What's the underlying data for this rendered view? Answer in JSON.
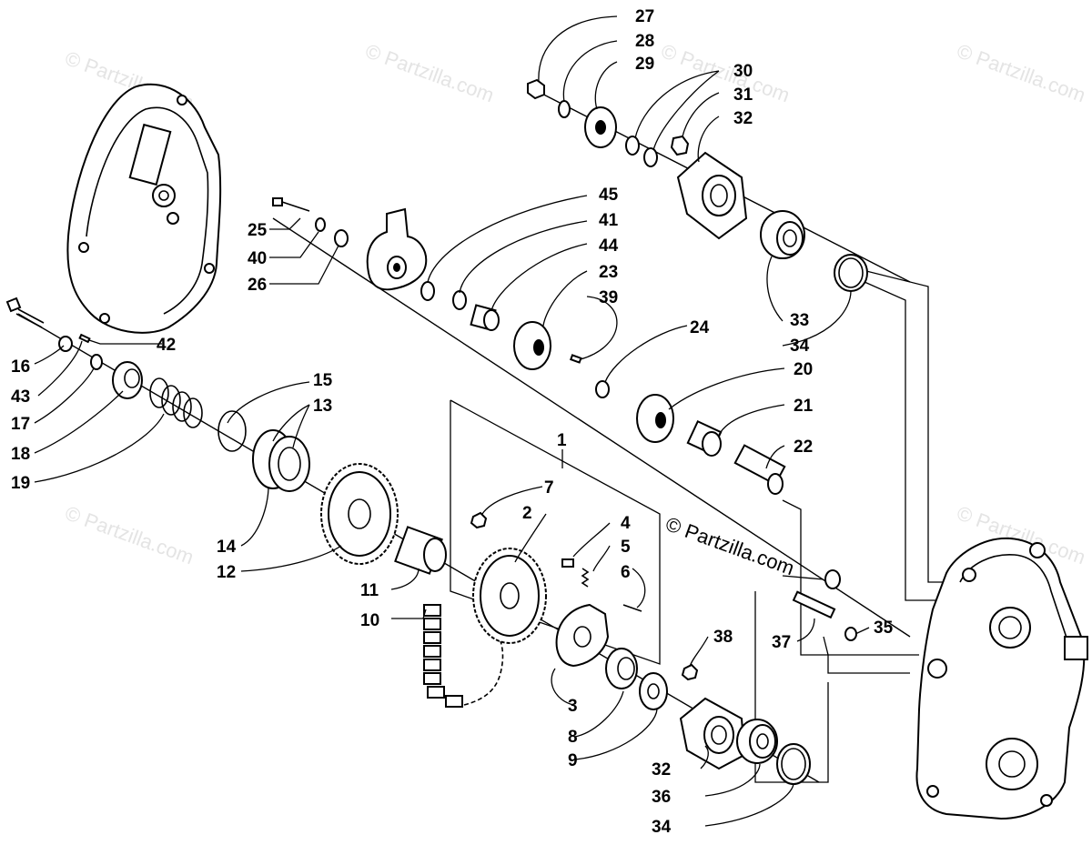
{
  "watermark": {
    "text": "© Partzilla.com",
    "center_text": "© Partzilla.com"
  },
  "callouts": [
    "1",
    "2",
    "3",
    "4",
    "5",
    "6",
    "7",
    "8",
    "9",
    "10",
    "11",
    "12",
    "13",
    "14",
    "15",
    "16",
    "17",
    "18",
    "19",
    "20",
    "21",
    "22",
    "23",
    "24",
    "25",
    "26",
    "27",
    "28",
    "29",
    "30",
    "31",
    "32",
    "32",
    "33",
    "34",
    "34",
    "35",
    "36",
    "37",
    "38",
    "39",
    "40",
    "41",
    "42",
    "43",
    "44",
    "45"
  ]
}
